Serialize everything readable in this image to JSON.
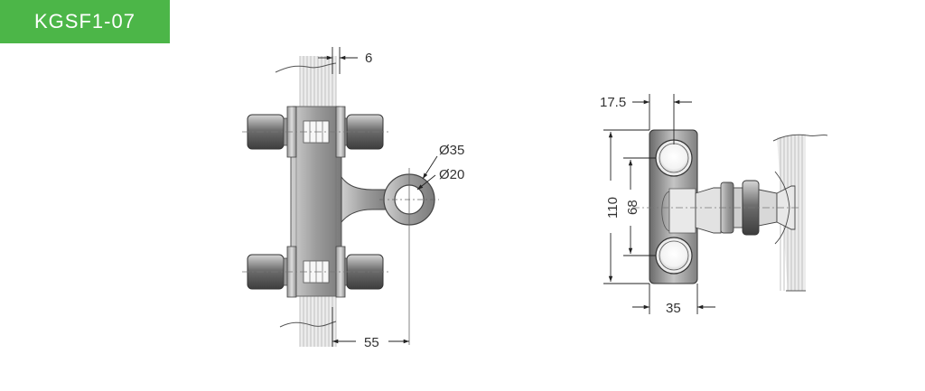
{
  "badge": {
    "label": "KGSF1-07",
    "color": "#4cb648"
  },
  "front_view": {
    "dim_top": "6",
    "dim_outer_dia": "Ø35",
    "dim_inner_dia": "Ø20",
    "dim_bottom": "55"
  },
  "side_view": {
    "dim_top": "17.5",
    "dim_height_outer": "110",
    "dim_height_inner": "68",
    "dim_bottom": "35"
  }
}
